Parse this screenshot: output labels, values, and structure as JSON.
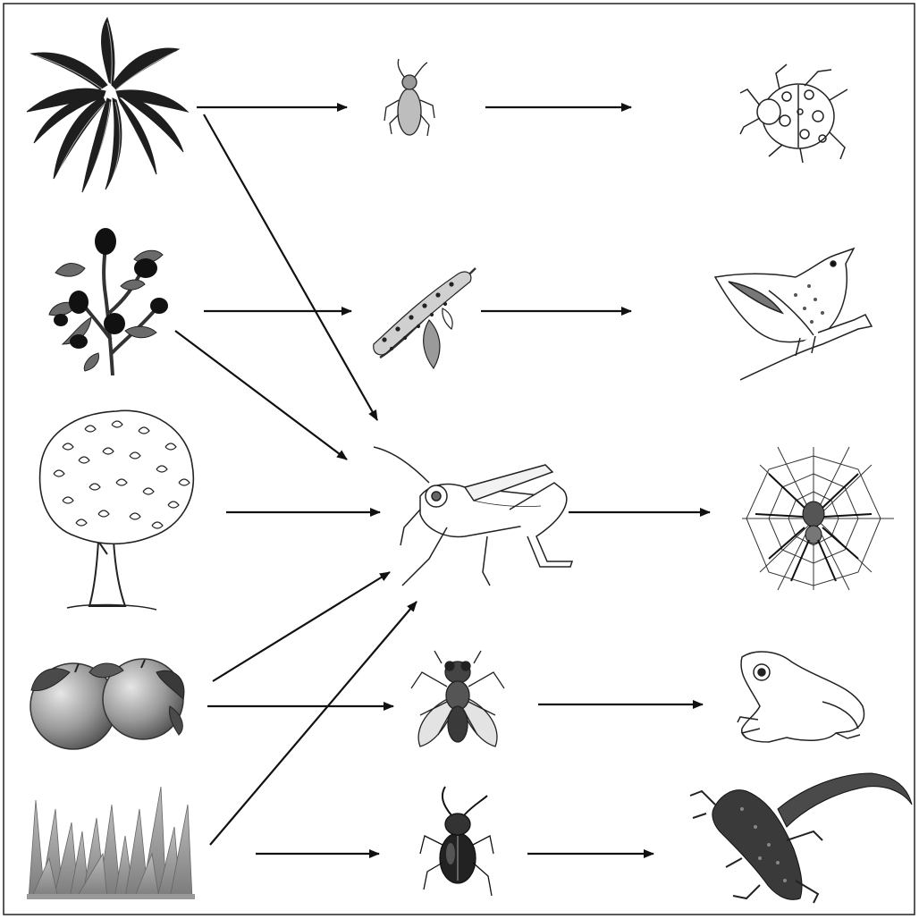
{
  "colors": {
    "ink": "#111111",
    "dark_leaf": "#2b2b2b",
    "mid_gray": "#8a8a8a",
    "light_gray": "#c9c9c9",
    "paper": "#ffffff"
  },
  "organisms": [
    {
      "id": "fern",
      "icon": "fern-icon",
      "level": "producer"
    },
    {
      "id": "rose-bush",
      "icon": "rose-bush-icon",
      "level": "producer"
    },
    {
      "id": "tree",
      "icon": "tree-icon",
      "level": "producer"
    },
    {
      "id": "oranges",
      "icon": "oranges-icon",
      "level": "producer"
    },
    {
      "id": "grass",
      "icon": "grass-icon",
      "level": "producer"
    },
    {
      "id": "aphid",
      "icon": "aphid-icon",
      "level": "herbivore"
    },
    {
      "id": "caterpillar",
      "icon": "caterpillar-icon",
      "level": "herbivore"
    },
    {
      "id": "grasshopper",
      "icon": "grasshopper-icon",
      "level": "herbivore"
    },
    {
      "id": "fly",
      "icon": "fly-icon",
      "level": "herbivore"
    },
    {
      "id": "beetle",
      "icon": "beetle-icon",
      "level": "herbivore"
    },
    {
      "id": "ladybug",
      "icon": "ladybug-icon",
      "level": "predator"
    },
    {
      "id": "bird",
      "icon": "bird-icon",
      "level": "predator"
    },
    {
      "id": "spider",
      "icon": "spider-icon",
      "level": "predator"
    },
    {
      "id": "frog",
      "icon": "frog-icon",
      "level": "predator"
    },
    {
      "id": "lizard",
      "icon": "lizard-icon",
      "level": "predator"
    }
  ],
  "links": [
    {
      "from": "fern",
      "to": "aphid"
    },
    {
      "from": "aphid",
      "to": "ladybug"
    },
    {
      "from": "fern",
      "to": "grasshopper"
    },
    {
      "from": "rose-bush",
      "to": "caterpillar"
    },
    {
      "from": "caterpillar",
      "to": "bird"
    },
    {
      "from": "rose-bush",
      "to": "grasshopper"
    },
    {
      "from": "tree",
      "to": "grasshopper"
    },
    {
      "from": "grasshopper",
      "to": "spider"
    },
    {
      "from": "oranges",
      "to": "grasshopper"
    },
    {
      "from": "oranges",
      "to": "fly"
    },
    {
      "from": "fly",
      "to": "frog"
    },
    {
      "from": "grass",
      "to": "grasshopper"
    },
    {
      "from": "grass",
      "to": "beetle"
    },
    {
      "from": "beetle",
      "to": "lizard"
    }
  ]
}
